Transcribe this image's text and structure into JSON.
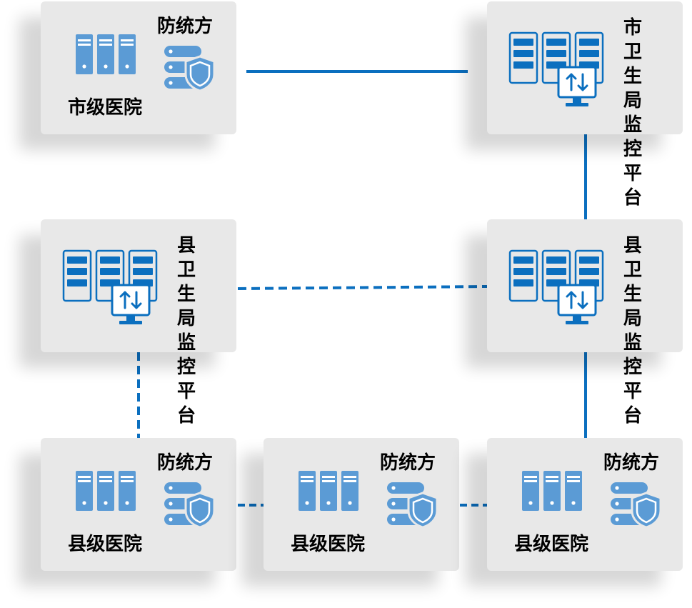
{
  "diagram": {
    "colors": {
      "accent": "#0b6fbf",
      "icon_light": "#5b9bd5",
      "card_bg": "#e8e8e8"
    },
    "city_hospital": {
      "label": "市级医院",
      "security_label": "防统方"
    },
    "city_platform": {
      "label": "市卫生局监控平台"
    },
    "county_platform_left": {
      "label": "县卫生局监控平台"
    },
    "county_platform_right": {
      "label": "县卫生局监控平台"
    },
    "county_hospitals": [
      {
        "label": "县级医院",
        "security_label": "防统方"
      },
      {
        "label": "县级医院",
        "security_label": "防统方"
      },
      {
        "label": "县级医院",
        "security_label": "防统方"
      }
    ]
  }
}
